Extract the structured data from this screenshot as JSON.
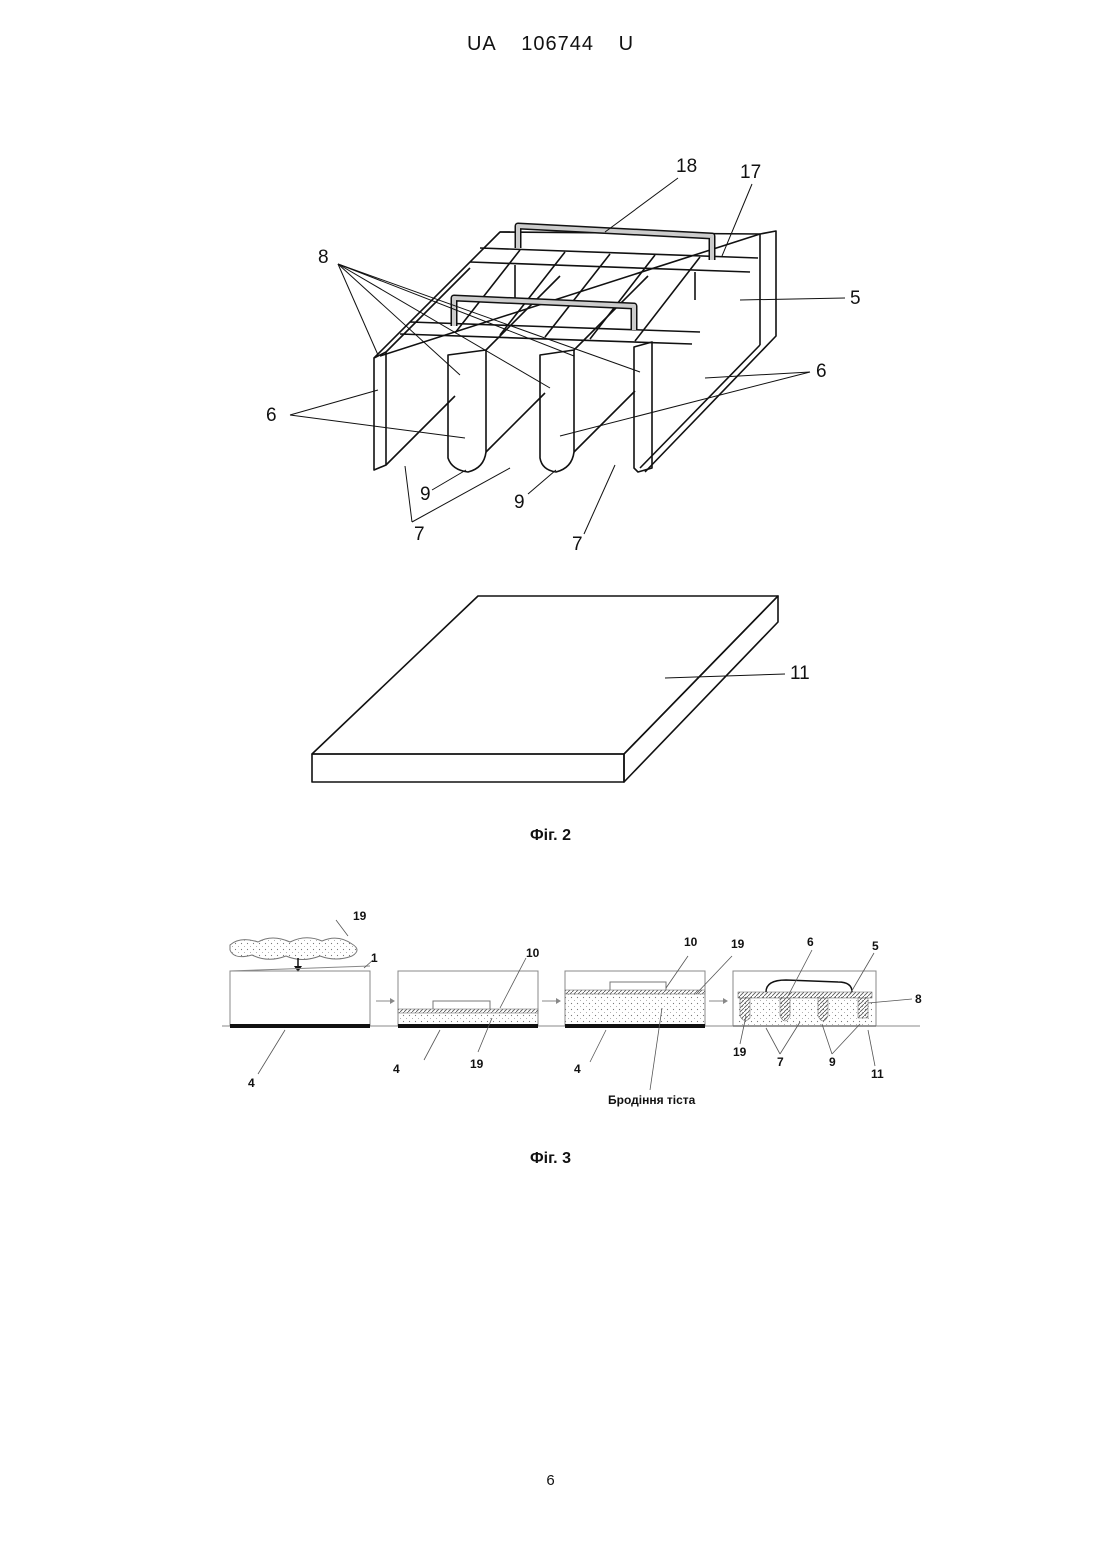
{
  "header": {
    "country": "UA",
    "number": "106744",
    "kind": "U"
  },
  "fig2": {
    "caption": "Фіг. 2",
    "labels": {
      "l18": "18",
      "l17": "17",
      "l8": "8",
      "l5": "5",
      "l6a": "6",
      "l6b": "6",
      "l9a": "9",
      "l9b": "9",
      "l7a": "7",
      "l7b": "7",
      "l11": "11"
    }
  },
  "fig3": {
    "caption": "Фіг. 3",
    "labels": {
      "p1_19": "19",
      "p1_1": "1",
      "p1_4": "4",
      "p2_10": "10",
      "p2_4": "4",
      "p2_19": "19",
      "p3_10": "10",
      "p3_19": "19",
      "p3_4": "4",
      "p3_text": "Бродіння тіста",
      "p4_6": "6",
      "p4_5": "5",
      "p4_8": "8",
      "p4_19": "19",
      "p4_7": "7",
      "p4_9": "9",
      "p4_11": "11"
    }
  },
  "page_number": "6"
}
